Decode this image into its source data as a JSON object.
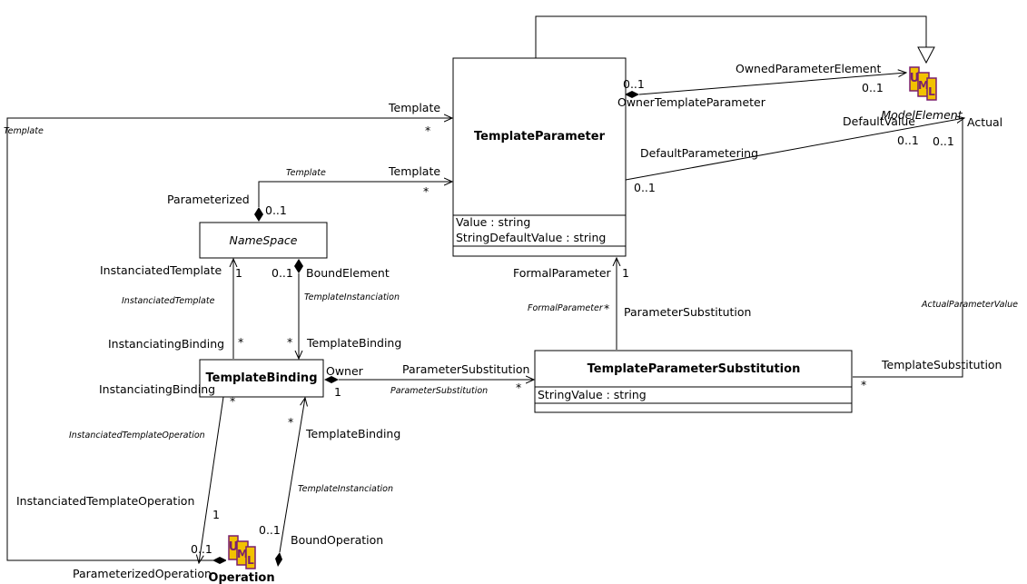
{
  "classes": {
    "template_parameter": {
      "name": "TemplateParameter",
      "attributes": [
        "Value : string",
        "StringDefaultValue : string"
      ]
    },
    "namespace": {
      "name": "NameSpace"
    },
    "template_binding": {
      "name": "TemplateBinding"
    },
    "template_parameter_substitution": {
      "name": "TemplateParameterSubstitution",
      "attributes": [
        "StringValue : string"
      ]
    },
    "model_element": {
      "name": "ModelElement",
      "icon": "uml-icon"
    },
    "operation": {
      "name": "Operation",
      "icon": "uml-icon"
    }
  },
  "uml_icon_letters": {
    "u": "U",
    "m": "M",
    "l": "L"
  },
  "colors": {
    "uml_yellow": "#f2c200",
    "uml_purple": "#7a1f6e"
  },
  "labels": {
    "owned_parameter_element": "OwnedParameterElement",
    "owned_mult_tp": "0..1",
    "owned_mult_me": "0..1",
    "owner_template_parameter": "OwnerTemplateParameter",
    "default_value": "DefaultValue",
    "actual": "Actual",
    "actual_mult_1": "0..1",
    "actual_mult_2": "0..1",
    "default_parametering": "DefaultParametering",
    "default_parametering_mult": "0..1",
    "template_top": "Template",
    "template_top_mult": "*",
    "template_left_italic": "Template",
    "template_mid_italic": "Template",
    "template_mid": "Template",
    "template_mid_mult": "*",
    "parameterized": "Parameterized",
    "parameterized_mult": "0..1",
    "instanciated_template": "InstanciatedTemplate",
    "instanciated_template_mult": "1",
    "bound_element_mult": "0..1",
    "bound_element": "BoundElement",
    "instanciated_template_italic": "InstanciatedTemplate",
    "template_instanciation_italic": "TemplateInstanciation",
    "instanciating_binding": "InstanciatingBinding",
    "instanciating_binding_mult": "*",
    "template_binding_mult": "*",
    "template_binding": "TemplateBinding",
    "formal_parameter": "FormalParameter",
    "formal_parameter_mult": "1",
    "formal_parameter_italic": "FormalParameter",
    "formal_parameter_italic_mult": "*",
    "parameter_substitution_vertical": "ParameterSubstitution",
    "actual_parameter_value_italic": "ActualParameterValue",
    "owner": "Owner",
    "owner_mult": "1",
    "parameter_substitution": "ParameterSubstitution",
    "parameter_substitution_italic": "ParameterSubstitution",
    "parameter_substitution_mult": "*",
    "template_substitution": "TemplateSubstitution",
    "template_substitution_mult": "*",
    "instanciating_binding_2": "InstanciatingBinding",
    "instanciating_binding_2_mult": "*",
    "instanciated_template_operation_italic": "InstanciatedTemplateOperation",
    "template_binding_2_mult": "*",
    "template_binding_2": "TemplateBinding",
    "template_instanciation_italic_2": "TemplateInstanciation",
    "instanciated_template_operation": "InstanciatedTemplateOperation",
    "instanciated_template_operation_mult": "1",
    "bound_operation_mult": "0..1",
    "bound_operation": "BoundOperation",
    "parameterized_operation_mult": "0..1",
    "parameterized_operation": "ParameterizedOperation"
  }
}
